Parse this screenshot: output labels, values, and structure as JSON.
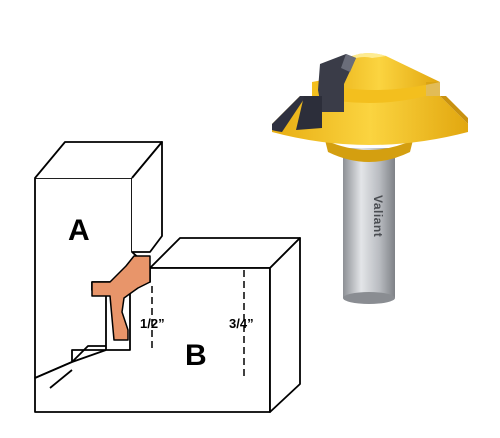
{
  "labels": {
    "piece_a": "A",
    "piece_b": "B",
    "dim_half": "1/2”",
    "dim_three_quarter": "3/4”",
    "shank_brand": "Valiant"
  },
  "colors": {
    "cutter_body": "#f6c21c",
    "cutter_shadow": "#d9a40f",
    "carbide": "#3a3c48",
    "shank": "#b9bcc1",
    "joint_highlight": "#e8956a",
    "outline": "#000000"
  }
}
